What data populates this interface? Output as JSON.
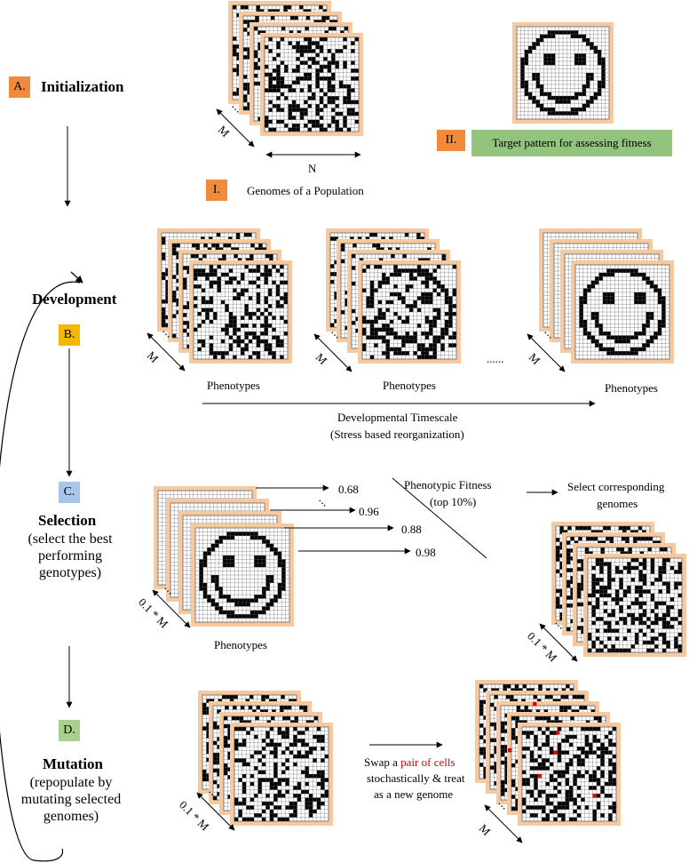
{
  "colors": {
    "grid_frame": "#f6c9a0",
    "badge_orange": "#f28a3c",
    "badge_yellow": "#f5b800",
    "badge_blue": "#a7c7ea",
    "badge_green": "#a8cf8e",
    "target_label_bg": "#92c47d",
    "mutated_cell": "#e00000",
    "highlight_text": "#e00000"
  },
  "steps": {
    "init": {
      "badge": "A.",
      "title": "Initialization"
    },
    "dev": {
      "badge": "B.",
      "title": "Development"
    },
    "sel": {
      "badge": "C.",
      "title": "Selection",
      "subtitle": "(select the best performing genotypes)"
    },
    "mut": {
      "badge": "D.",
      "title": "Mutation",
      "subtitle": "(repopulate by mutating selected genomes)"
    }
  },
  "labels": {
    "genomes_badge": "I.",
    "genomes": "Genomes of a Population",
    "target_badge": "II.",
    "target": "Target pattern for assessing fitness",
    "axis_n": "N",
    "axis_m": "M",
    "axis_01m": "0.1 * M",
    "phenotypes": "Phenotypes",
    "ellipsis": "......",
    "timescale": "Developmental Timescale",
    "timescale_sub": "(Stress based reorganization)",
    "fitness": "Phenotypic Fitness",
    "fitness_sub": "(top 10%)",
    "select_1": "Select corresponding",
    "select_2": "genomes",
    "swap_a": "Swap a ",
    "swap_b": "pair of cells",
    "swap_c": "stochastically & treat",
    "swap_d": "as a new genome"
  },
  "fitness_values": [
    "0.68",
    "0.96",
    "0.88",
    "0.98"
  ]
}
